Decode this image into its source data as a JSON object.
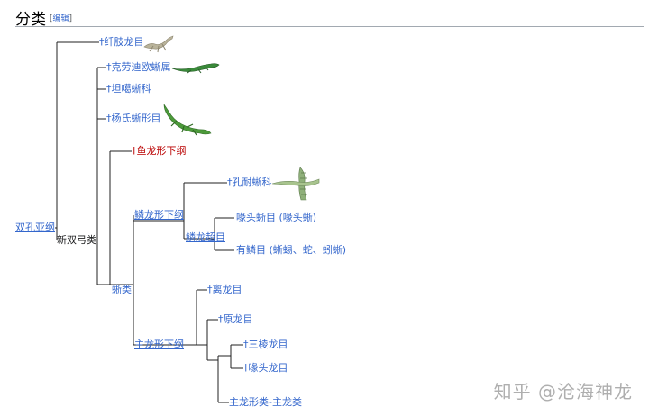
{
  "section": {
    "title": "分类",
    "edit_open": "[",
    "edit_label": "编辑",
    "edit_close": "]"
  },
  "tree": {
    "root": "双孔亚纲",
    "neodiapsida": "新双弓类",
    "coelurosauravus": "†纤肢龙目",
    "claudiosaurus": "†克劳迪欧蜥属",
    "tangasauridae": "†坦噶蜥科",
    "younginiformes": "†杨氏蜥形目",
    "ichthyopterygia": "†鱼龙形下纲",
    "sauria": "蜥类",
    "lepidosauromorpha": "鳞龙形下纲",
    "kuehneosauridae": "†孔耐蜥科",
    "lepidosauria": "鳞龙超目",
    "rhynchocephalia": "喙头蜥目 (喙头蜥)",
    "squamata": "有鳞目 (蜥蜴、蛇、蚓蜥)",
    "archosauromorpha": "主龙形下纲",
    "choristodera": "†离龙目",
    "prolacertiformes": "†原龙目",
    "trilophosauria": "†三棱龙目",
    "rhynchosauria": "†喙头龙目",
    "archosauriformes": "主龙形类-主龙类"
  },
  "watermark": "知乎 @沧海神龙",
  "colors": {
    "link": "#3366cc",
    "redlink": "#ba0000",
    "line": "#202122",
    "rule": "#a2a9b1"
  }
}
